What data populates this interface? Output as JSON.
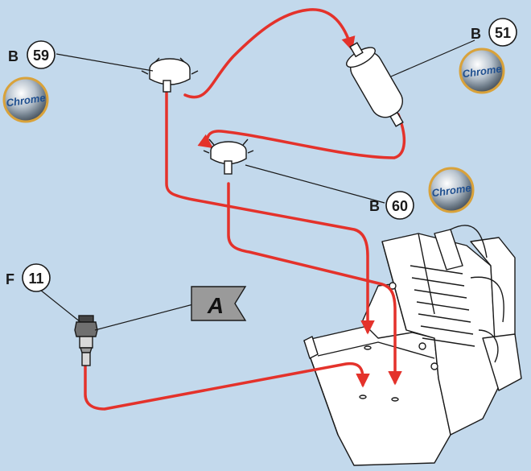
{
  "colors": {
    "background": "#c3d9ec",
    "tube": "#e4322b",
    "part_fill": "#ffffff",
    "outline": "#1a1a1a",
    "chrome_text": "#1f4f8f",
    "chrome_ring": "#d9a23a"
  },
  "callouts": [
    {
      "id": "b59",
      "letter": "B",
      "number": "59"
    },
    {
      "id": "b51",
      "letter": "B",
      "number": "51"
    },
    {
      "id": "b60",
      "letter": "B",
      "number": "60"
    },
    {
      "id": "f11",
      "letter": "F",
      "number": "11"
    }
  ],
  "chrome_badges": [
    {
      "id": "badge-1",
      "text": "Chrome"
    },
    {
      "id": "badge-2",
      "text": "Chrome"
    },
    {
      "id": "badge-3",
      "text": "Chrome"
    }
  ],
  "flag": {
    "letter": "A"
  },
  "icons": [
    "vacuum-tee-connector-icon",
    "fuel-filter-icon",
    "check-valve-icon",
    "carburetor-icon",
    "chrome-badge-icon"
  ]
}
